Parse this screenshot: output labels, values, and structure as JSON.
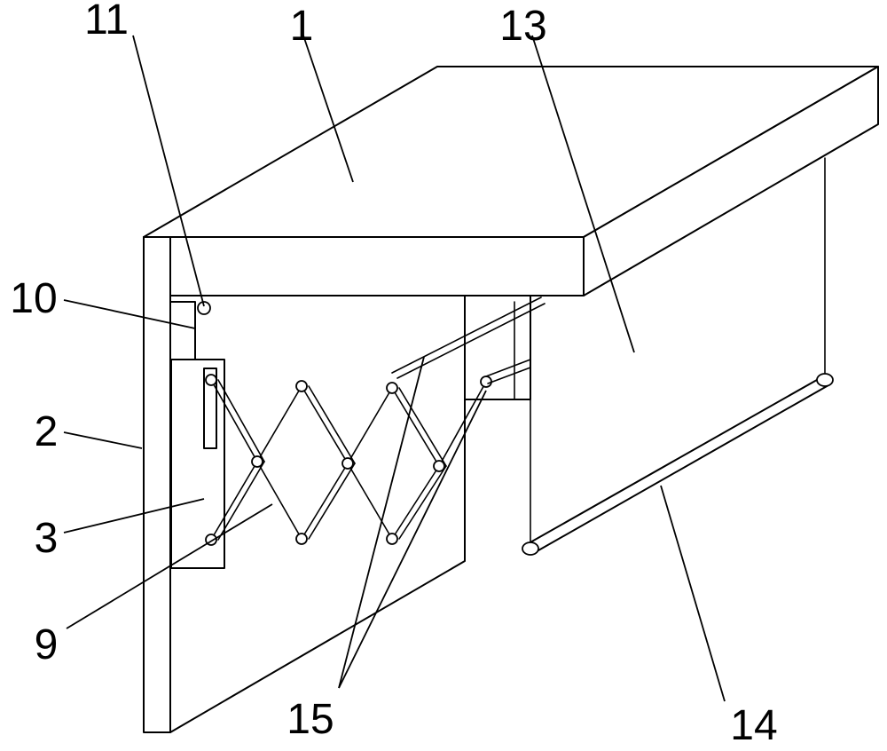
{
  "figure": {
    "labels": {
      "part_1": "1",
      "part_2": "2",
      "part_3": "3",
      "part_9": "9",
      "part_10": "10",
      "part_11": "11",
      "part_13": "13",
      "part_14": "14",
      "part_15": "15"
    }
  }
}
